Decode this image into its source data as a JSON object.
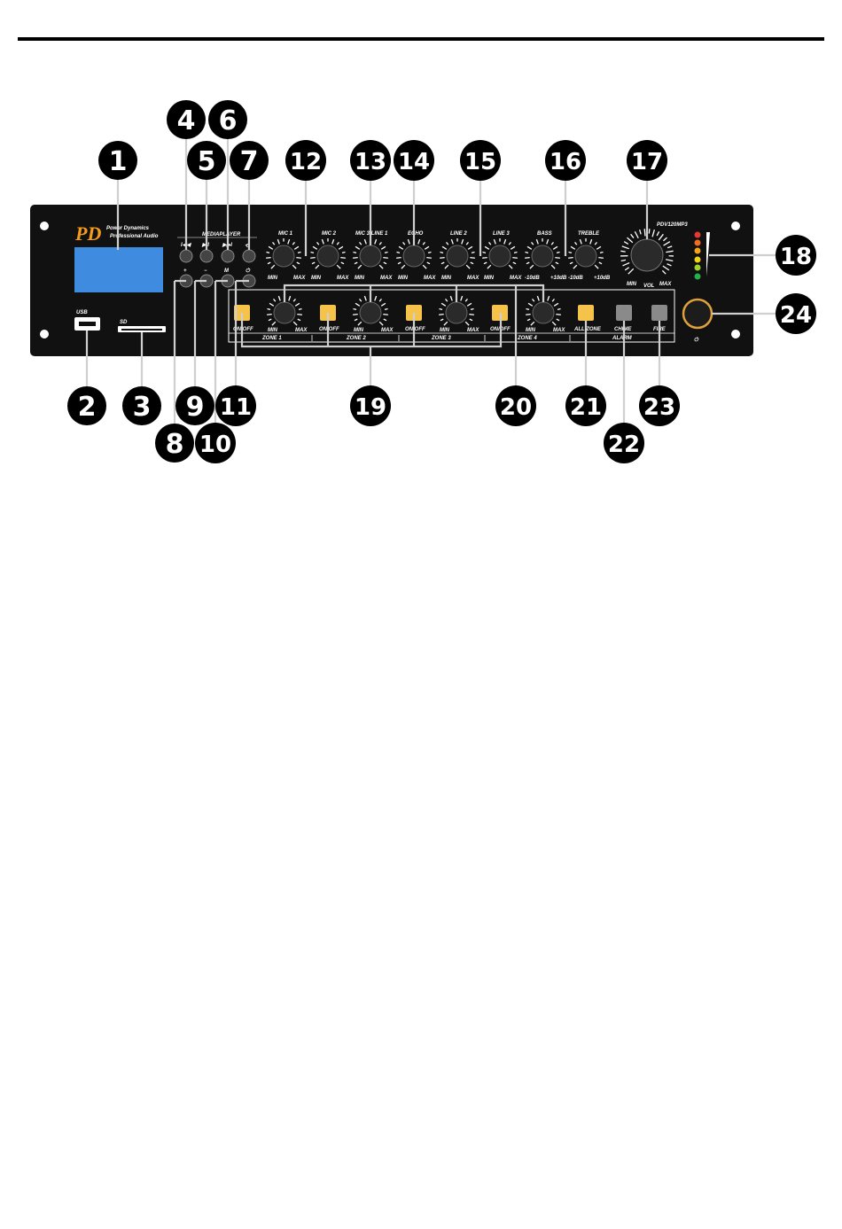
{
  "colors": {
    "panel": "#111111",
    "display": "#3f8be0",
    "zone_button": "#f6c34a",
    "gray_button": "#8a8a8a",
    "logo_orange": "#f59a1c",
    "power_ring": "#e0a03a",
    "vu": [
      "#e53935",
      "#f46b1e",
      "#f7a21b",
      "#f2d21a",
      "#9fd22a",
      "#22b14c"
    ]
  },
  "brand": {
    "logo": "PD",
    "name": "Power Dynamics",
    "tagline": "Professional Audio",
    "model": "PDV120MP3"
  },
  "ports": {
    "usb": "USB",
    "sd": "SD"
  },
  "media": {
    "title": "MEDIAPLAYER",
    "prev": "I◀◀",
    "play": "▶II",
    "next": "▶▶I",
    "repeat": "⟲",
    "plus": "+",
    "minus": "−",
    "mode": "M",
    "power": "⏻"
  },
  "knobs": [
    {
      "label": "MIC 1",
      "min": "MIN",
      "max": "MAX"
    },
    {
      "label": "MIC 2",
      "min": "MIN",
      "max": "MAX"
    },
    {
      "label": "MIC 3/LINE 1",
      "min": "MIN",
      "max": "MAX"
    },
    {
      "label": "ECHO",
      "min": "MIN",
      "max": "MAX"
    },
    {
      "label": "LINE 2",
      "min": "MIN",
      "max": "MAX"
    },
    {
      "label": "LINE 3",
      "min": "MIN",
      "max": "MAX"
    },
    {
      "label": "BASS",
      "min": "-10dB",
      "max": "+10dB"
    },
    {
      "label": "TREBLE",
      "min": "-10dB",
      "max": "+10dB"
    }
  ],
  "volume": {
    "min": "MIN",
    "label": "VOL",
    "max": "MAX"
  },
  "zones": [
    {
      "button": "ON/OFF",
      "name": "ZONE 1",
      "min": "MIN",
      "max": "MAX"
    },
    {
      "button": "ON/OFF",
      "name": "ZONE 2",
      "min": "MIN",
      "max": "MAX"
    },
    {
      "button": "ON/OFF",
      "name": "ZONE 3",
      "min": "MIN",
      "max": "MAX"
    },
    {
      "button": "ON/OFF",
      "name": "ZONE 4",
      "min": "MIN",
      "max": "MAX"
    }
  ],
  "all_zone": "ALL ZONE",
  "alarm": {
    "title": "ALARM",
    "chime": "CHIME",
    "fire": "FIRE"
  },
  "power_symbol": "⏻",
  "callouts": [
    "1",
    "2",
    "3",
    "4",
    "5",
    "6",
    "7",
    "8",
    "9",
    "10",
    "11",
    "12",
    "13",
    "14",
    "15",
    "16",
    "17",
    "18",
    "19",
    "20",
    "21",
    "22",
    "23",
    "24"
  ]
}
